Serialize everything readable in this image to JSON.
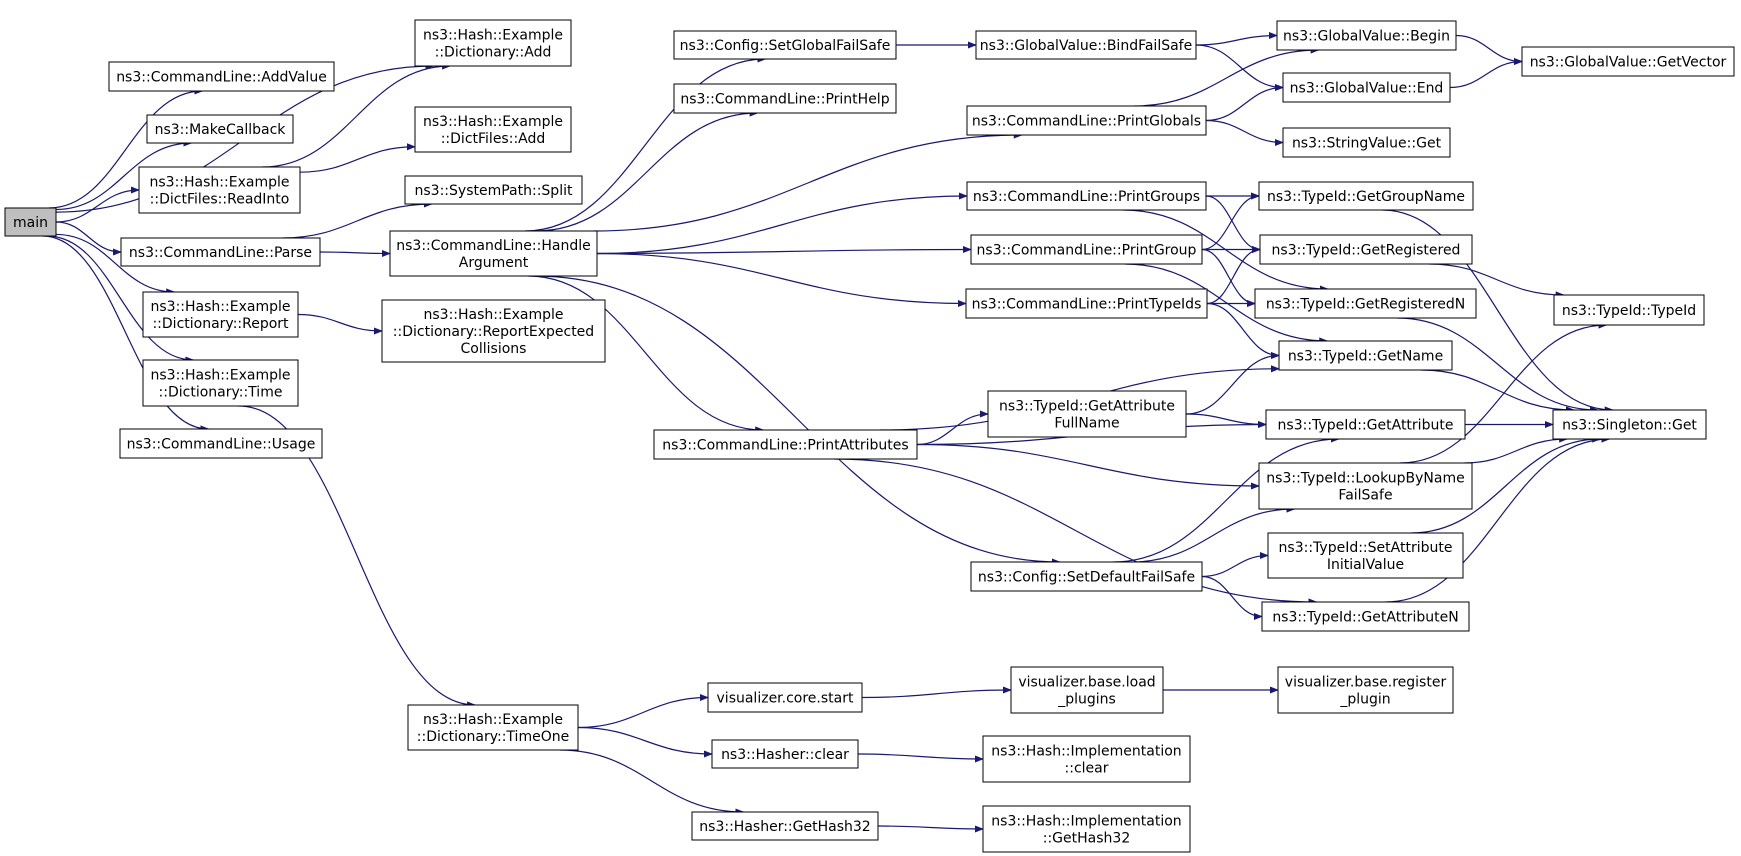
{
  "diagram": {
    "type": "call-graph",
    "colors": {
      "edge": "#191970",
      "node_border": "#000000",
      "root_fill": "#bfbfbf",
      "node_fill": "#ffffff"
    },
    "nodes": [
      {
        "id": "main",
        "lines": [
          "main"
        ]
      },
      {
        "id": "hash_dict_add",
        "lines": [
          "ns3::Hash::Example",
          "::Dictionary::Add"
        ]
      },
      {
        "id": "cl_addvalue",
        "lines": [
          "ns3::CommandLine::AddValue"
        ]
      },
      {
        "id": "makecallback",
        "lines": [
          "ns3::MakeCallback"
        ]
      },
      {
        "id": "hash_dictfiles_add",
        "lines": [
          "ns3::Hash::Example",
          "::DictFiles::Add"
        ]
      },
      {
        "id": "dictfiles_readinto",
        "lines": [
          "ns3::Hash::Example",
          "::DictFiles::ReadInto"
        ]
      },
      {
        "id": "systempath_split",
        "lines": [
          "ns3::SystemPath::Split"
        ]
      },
      {
        "id": "cl_parse",
        "lines": [
          "ns3::CommandLine::Parse"
        ]
      },
      {
        "id": "cl_handleargument",
        "lines": [
          "ns3::CommandLine::Handle",
          "Argument"
        ]
      },
      {
        "id": "dict_report",
        "lines": [
          "ns3::Hash::Example",
          "::Dictionary::Report"
        ]
      },
      {
        "id": "dict_reportexpected",
        "lines": [
          "ns3::Hash::Example",
          "::Dictionary::ReportExpected",
          "Collisions"
        ]
      },
      {
        "id": "dict_time",
        "lines": [
          "ns3::Hash::Example",
          "::Dictionary::Time"
        ]
      },
      {
        "id": "cl_usage",
        "lines": [
          "ns3::CommandLine::Usage"
        ]
      },
      {
        "id": "config_setglobalfailsafe",
        "lines": [
          "ns3::Config::SetGlobalFailSafe"
        ]
      },
      {
        "id": "cl_printhelp",
        "lines": [
          "ns3::CommandLine::PrintHelp"
        ]
      },
      {
        "id": "gv_bindfailsafe",
        "lines": [
          "ns3::GlobalValue::BindFailSafe"
        ]
      },
      {
        "id": "gv_begin",
        "lines": [
          "ns3::GlobalValue::Begin"
        ]
      },
      {
        "id": "gv_getvector",
        "lines": [
          "ns3::GlobalValue::GetVector"
        ]
      },
      {
        "id": "cl_printglobals",
        "lines": [
          "ns3::CommandLine::PrintGlobals"
        ]
      },
      {
        "id": "gv_end",
        "lines": [
          "ns3::GlobalValue::End"
        ]
      },
      {
        "id": "stringvalue_get",
        "lines": [
          "ns3::StringValue::Get"
        ]
      },
      {
        "id": "cl_printgroups",
        "lines": [
          "ns3::CommandLine::PrintGroups"
        ]
      },
      {
        "id": "typeid_getgroupname",
        "lines": [
          "ns3::TypeId::GetGroupName"
        ]
      },
      {
        "id": "cl_printgroup",
        "lines": [
          "ns3::CommandLine::PrintGroup"
        ]
      },
      {
        "id": "typeid_getregistered",
        "lines": [
          "ns3::TypeId::GetRegistered"
        ]
      },
      {
        "id": "cl_printtypeids",
        "lines": [
          "ns3::CommandLine::PrintTypeIds"
        ]
      },
      {
        "id": "typeid_getregisteredn",
        "lines": [
          "ns3::TypeId::GetRegisteredN"
        ]
      },
      {
        "id": "typeid_typeid",
        "lines": [
          "ns3::TypeId::TypeId"
        ]
      },
      {
        "id": "typeid_getname",
        "lines": [
          "ns3::TypeId::GetName"
        ]
      },
      {
        "id": "typeid_getattributefullname",
        "lines": [
          "ns3::TypeId::GetAttribute",
          "FullName"
        ]
      },
      {
        "id": "typeid_getattribute",
        "lines": [
          "ns3::TypeId::GetAttribute"
        ]
      },
      {
        "id": "singleton_get",
        "lines": [
          "ns3::Singleton::Get"
        ]
      },
      {
        "id": "cl_printattributes",
        "lines": [
          "ns3::CommandLine::PrintAttributes"
        ]
      },
      {
        "id": "typeid_lookupbynamefailsafe",
        "lines": [
          "ns3::TypeId::LookupByName",
          "FailSafe"
        ]
      },
      {
        "id": "typeid_setattributeinitialvalue",
        "lines": [
          "ns3::TypeId::SetAttribute",
          "InitialValue"
        ]
      },
      {
        "id": "config_setdefaultfailsafe",
        "lines": [
          "ns3::Config::SetDefaultFailSafe"
        ]
      },
      {
        "id": "typeid_getattributen",
        "lines": [
          "ns3::TypeId::GetAttributeN"
        ]
      },
      {
        "id": "visualizer_core_start",
        "lines": [
          "visualizer.core.start"
        ]
      },
      {
        "id": "visualizer_base_load_plugins",
        "lines": [
          "visualizer.base.load",
          "_plugins"
        ]
      },
      {
        "id": "visualizer_base_register_plugin",
        "lines": [
          "visualizer.base.register",
          "_plugin"
        ]
      },
      {
        "id": "dict_timeone",
        "lines": [
          "ns3::Hash::Example",
          "::Dictionary::TimeOne"
        ]
      },
      {
        "id": "hasher_clear",
        "lines": [
          "ns3::Hasher::clear"
        ]
      },
      {
        "id": "hashimpl_clear",
        "lines": [
          "ns3::Hash::Implementation",
          "::clear"
        ]
      },
      {
        "id": "hasher_gethash32",
        "lines": [
          "ns3::Hasher::GetHash32"
        ]
      },
      {
        "id": "hashimpl_gethash32",
        "lines": [
          "ns3::Hash::Implementation",
          "::GetHash32"
        ]
      }
    ],
    "edges": [
      [
        "main",
        "hash_dict_add"
      ],
      [
        "main",
        "cl_addvalue"
      ],
      [
        "main",
        "makecallback"
      ],
      [
        "main",
        "dictfiles_readinto"
      ],
      [
        "main",
        "cl_parse"
      ],
      [
        "main",
        "dict_report"
      ],
      [
        "main",
        "dict_time"
      ],
      [
        "main",
        "cl_usage"
      ],
      [
        "dictfiles_readinto",
        "hash_dict_add"
      ],
      [
        "dictfiles_readinto",
        "hash_dictfiles_add"
      ],
      [
        "cl_parse",
        "systempath_split"
      ],
      [
        "cl_parse",
        "cl_handleargument"
      ],
      [
        "dict_report",
        "dict_reportexpected"
      ],
      [
        "dict_time",
        "dict_timeone"
      ],
      [
        "cl_handleargument",
        "config_setglobalfailsafe"
      ],
      [
        "cl_handleargument",
        "cl_printhelp"
      ],
      [
        "cl_handleargument",
        "cl_printglobals"
      ],
      [
        "cl_handleargument",
        "cl_printgroups"
      ],
      [
        "cl_handleargument",
        "cl_printgroup"
      ],
      [
        "cl_handleargument",
        "cl_printtypeids"
      ],
      [
        "cl_handleargument",
        "cl_printattributes"
      ],
      [
        "cl_handleargument",
        "config_setdefaultfailsafe"
      ],
      [
        "config_setglobalfailsafe",
        "gv_bindfailsafe"
      ],
      [
        "gv_bindfailsafe",
        "gv_begin"
      ],
      [
        "gv_bindfailsafe",
        "gv_end"
      ],
      [
        "gv_begin",
        "gv_getvector"
      ],
      [
        "gv_end",
        "gv_getvector"
      ],
      [
        "cl_printglobals",
        "gv_begin"
      ],
      [
        "cl_printglobals",
        "gv_end"
      ],
      [
        "cl_printglobals",
        "stringvalue_get"
      ],
      [
        "cl_printgroups",
        "typeid_getgroupname"
      ],
      [
        "cl_printgroups",
        "typeid_getregistered"
      ],
      [
        "cl_printgroups",
        "typeid_getregisteredn"
      ],
      [
        "cl_printgroup",
        "typeid_getgroupname"
      ],
      [
        "cl_printgroup",
        "typeid_getregistered"
      ],
      [
        "cl_printgroup",
        "typeid_getregisteredn"
      ],
      [
        "cl_printgroup",
        "typeid_getname"
      ],
      [
        "cl_printtypeids",
        "typeid_getregistered"
      ],
      [
        "cl_printtypeids",
        "typeid_getregisteredn"
      ],
      [
        "cl_printtypeids",
        "typeid_getname"
      ],
      [
        "typeid_getgroupname",
        "singleton_get"
      ],
      [
        "typeid_getregistered",
        "typeid_typeid"
      ],
      [
        "typeid_getregisteredn",
        "singleton_get"
      ],
      [
        "typeid_getname",
        "singleton_get"
      ],
      [
        "typeid_getattribute",
        "singleton_get"
      ],
      [
        "typeid_lookupbynamefailsafe",
        "typeid_typeid"
      ],
      [
        "typeid_lookupbynamefailsafe",
        "singleton_get"
      ],
      [
        "typeid_setattributeinitialvalue",
        "singleton_get"
      ],
      [
        "typeid_getattributen",
        "singleton_get"
      ],
      [
        "cl_printattributes",
        "typeid_getname"
      ],
      [
        "cl_printattributes",
        "typeid_getattributefullname"
      ],
      [
        "cl_printattributes",
        "typeid_getattribute"
      ],
      [
        "cl_printattributes",
        "typeid_lookupbynamefailsafe"
      ],
      [
        "cl_printattributes",
        "typeid_getattributen"
      ],
      [
        "typeid_getattributefullname",
        "typeid_getname"
      ],
      [
        "typeid_getattributefullname",
        "typeid_getattribute"
      ],
      [
        "config_setdefaultfailsafe",
        "typeid_getattribute"
      ],
      [
        "config_setdefaultfailsafe",
        "typeid_lookupbynamefailsafe"
      ],
      [
        "config_setdefaultfailsafe",
        "typeid_setattributeinitialvalue"
      ],
      [
        "config_setdefaultfailsafe",
        "typeid_getattributen"
      ],
      [
        "dict_timeone",
        "visualizer_core_start"
      ],
      [
        "dict_timeone",
        "hasher_clear"
      ],
      [
        "dict_timeone",
        "hasher_gethash32"
      ],
      [
        "visualizer_core_start",
        "visualizer_base_load_plugins"
      ],
      [
        "visualizer_base_load_plugins",
        "visualizer_base_register_plugin"
      ],
      [
        "hasher_clear",
        "hashimpl_clear"
      ],
      [
        "hasher_gethash32",
        "hashimpl_gethash32"
      ]
    ]
  }
}
